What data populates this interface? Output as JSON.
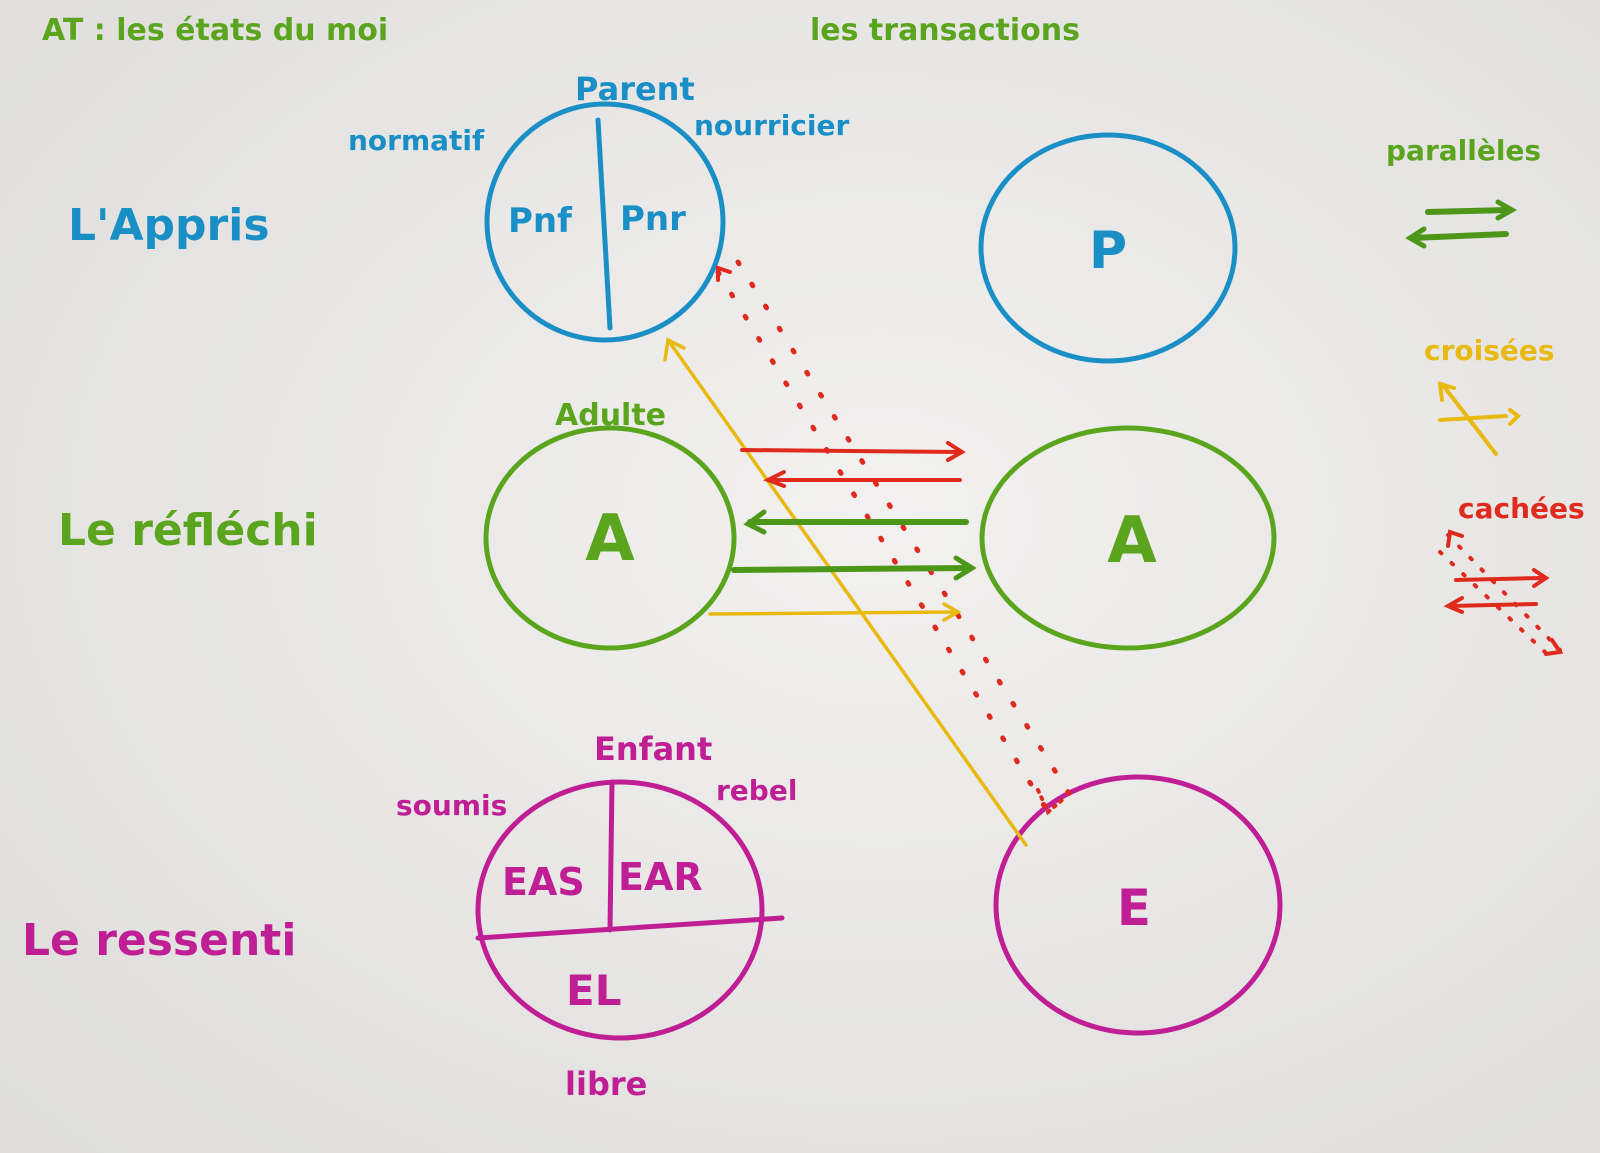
{
  "title": {
    "left": "AT : les états du moi",
    "right": "les transactions"
  },
  "rows": {
    "appris": "L'Appris",
    "reflechi": "Le réfléchi",
    "ressenti": "Le ressenti"
  },
  "parent": {
    "heading": "Parent",
    "sub_left": "normatif",
    "sub_right": "nourricier",
    "q_left": "Pnf",
    "q_right": "Pnr",
    "right_circle": "P"
  },
  "adulte": {
    "heading": "Adulte",
    "left_circle": "A",
    "right_circle": "A"
  },
  "enfant": {
    "heading": "Enfant",
    "sub_left": "soumis",
    "sub_right": "rebel",
    "q_left": "EAS",
    "q_right": "EAR",
    "q_bottom": "EL",
    "bottom_label": "libre",
    "right_circle": "E"
  },
  "legend": {
    "parallel": "parallèles",
    "crossed": "croisées",
    "hidden": "cachées"
  },
  "colors": {
    "blue": "#1a8fc6",
    "green": "#5aa51d",
    "magenta": "#c01e94",
    "yellow": "#e8b910",
    "red": "#e02a1e",
    "paper": "#ecebea"
  }
}
